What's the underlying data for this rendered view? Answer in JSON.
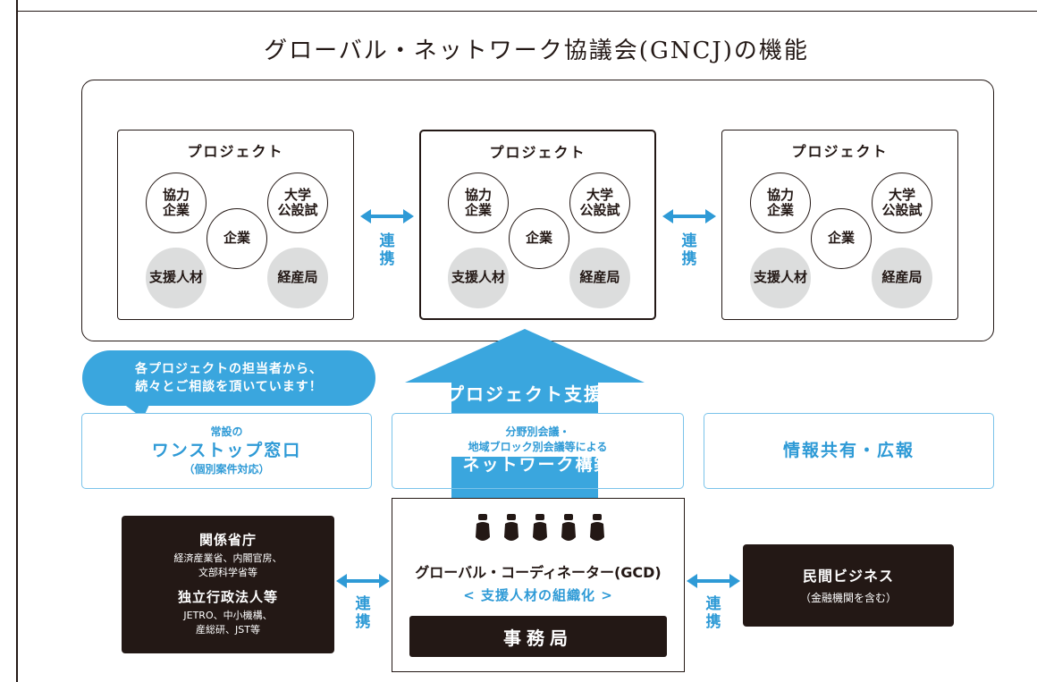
{
  "title": "グローバル・ネットワーク協議会(GNCJ)の機能",
  "projects": [
    {
      "title": "プロジェクト",
      "circles": {
        "partner": "協力\n企業",
        "university": "大学\n公設試",
        "company": "企業",
        "support": "支援人材",
        "meti": "経産局"
      }
    },
    {
      "title": "プロジェクト",
      "circles": {
        "partner": "協力\n企業",
        "university": "大学\n公設試",
        "company": "企業",
        "support": "支援人材",
        "meti": "経産局"
      }
    },
    {
      "title": "プロジェクト",
      "circles": {
        "partner": "協力\n企業",
        "university": "大学\n公設試",
        "company": "企業",
        "support": "支援人材",
        "meti": "経産局"
      }
    }
  ],
  "link_label": "連\n携",
  "bubble_text": "各プロジェクトの担当者から、\n続々とご相談を頂いています！",
  "support_arrow_label": "プロジェクト支援",
  "services": {
    "one_stop": {
      "small_top": "常設の",
      "big": "ワンストップ窓口",
      "small_bottom": "（個別案件対応）"
    },
    "network": {
      "small_top": "分野別会議・",
      "small_mid": "地域ブロック別会議等による",
      "big": "ネットワーク構築"
    },
    "info": {
      "big": "情報共有・広報"
    }
  },
  "gcd": {
    "name": "グローバル・コーディネーター(GCD)",
    "subtitle": "< 支援人材の組織化 >",
    "secretariat": "事務局"
  },
  "gov": {
    "title1": "関係省庁",
    "detail1": "経済産業省、内閣官房、\n文部科学省等",
    "title2": "独立行政法人等",
    "detail2": "JETRO、中小機構、\n産総研、JST等"
  },
  "biz": {
    "title": "民間ビジネス",
    "detail": "（金融機関を含む）"
  },
  "colors": {
    "accent_blue": "#2e9ad6",
    "bubble_blue": "#3aa6de",
    "dark": "#231815",
    "circle_gray": "#dcdddd"
  }
}
